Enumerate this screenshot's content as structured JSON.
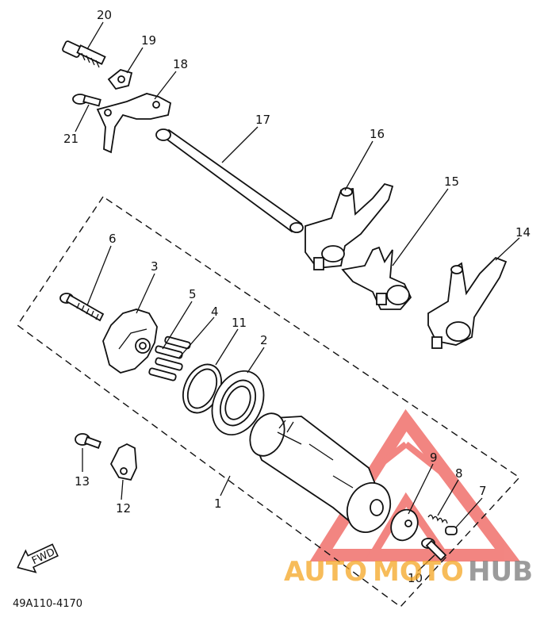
{
  "diagram_code": "49A110-4170",
  "callouts": [
    "1",
    "2",
    "3",
    "4",
    "5",
    "6",
    "7",
    "8",
    "9",
    "10",
    "11",
    "12",
    "13",
    "14",
    "15",
    "16",
    "17",
    "18",
    "19",
    "20",
    "21"
  ],
  "fwd_label": "FWD",
  "watermark": {
    "auto": "AUTO",
    "moto": "MOTO",
    "hub": "HUB"
  },
  "colors": {
    "ink": "#111111",
    "watermark_red": "#e8221c",
    "watermark_orange": "#f5a623",
    "watermark_grey": "#7a7a7a"
  }
}
